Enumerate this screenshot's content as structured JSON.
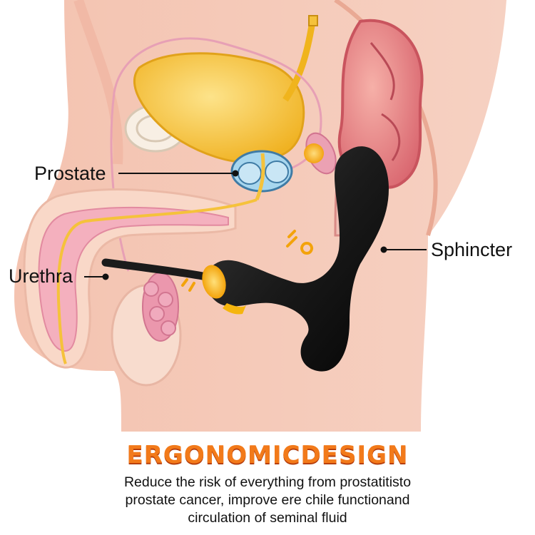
{
  "labels": {
    "prostate": "Prostate",
    "urethra": "Urethra",
    "sphincter": "Sphincter"
  },
  "headline": "ERGONOMICDESIGN",
  "description": [
    "Reduce the risk of everything from prostatitisto",
    "prostate cancer, improve ere chile functionand",
    "circulation of seminal fluid"
  ],
  "colors": {
    "skin": "#f7cdbb",
    "skin_shadow": "#eab09e",
    "tissue_pink": "#f2a7b6",
    "rectum": "#d86a72",
    "bladder": "#f5c23b",
    "prostate_gland": "#9fd0ea",
    "device": "#1b1b1b",
    "device_accent": "#f5b50e",
    "headline": "#f27a1a"
  }
}
